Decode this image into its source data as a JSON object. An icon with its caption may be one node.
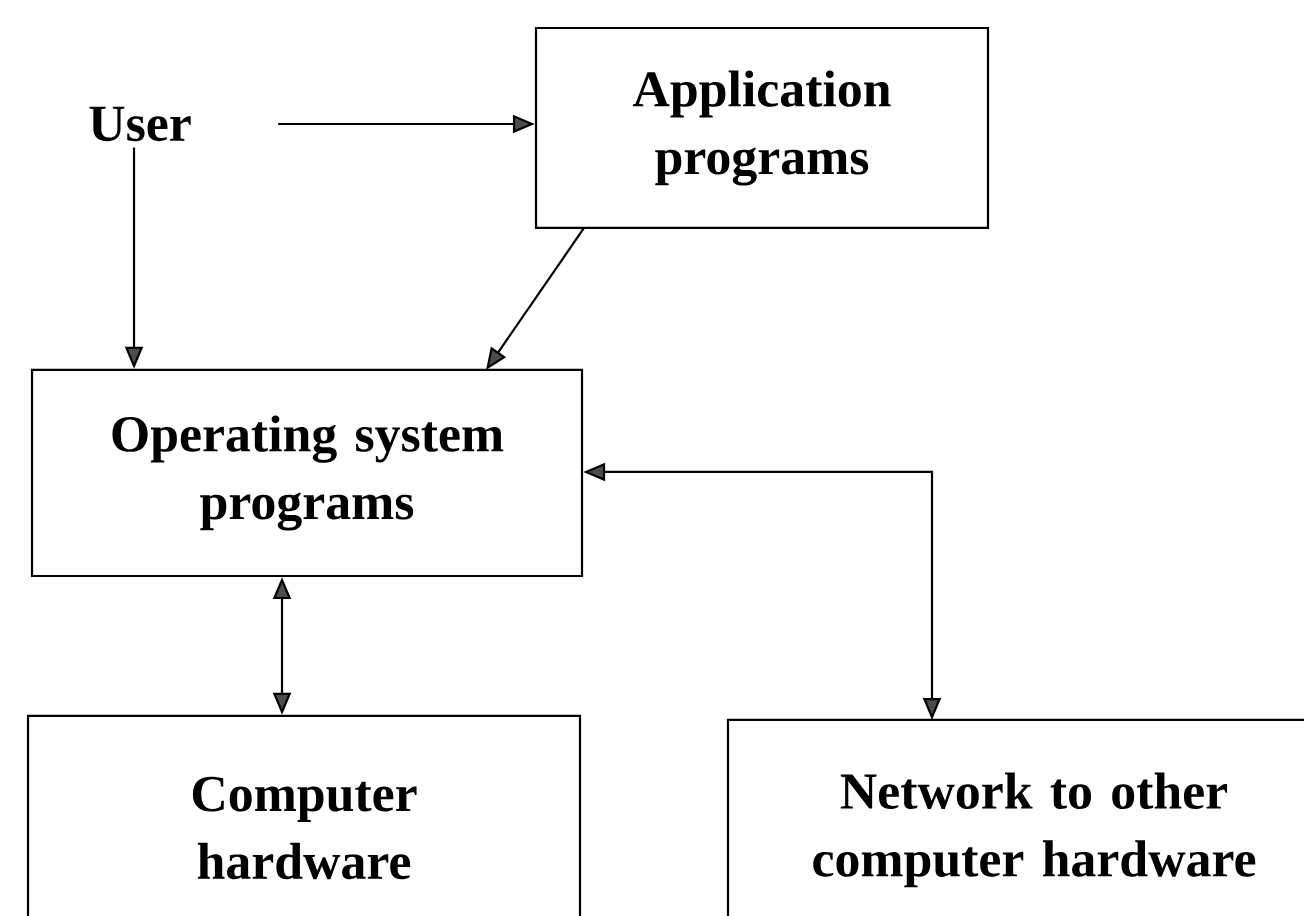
{
  "diagram": {
    "nodes": [
      {
        "text": [
          "User"
        ]
      },
      {
        "text": [
          "Application programs"
        ]
      },
      {
        "text": [
          "Operating system programs"
        ]
      },
      {
        "text": [
          "Computer hardware"
        ]
      },
      {
        "text": [
          "Network to other computer hardware"
        ]
      }
    ],
    "edges": [
      {
        "from": 0,
        "to": 1,
        "arrow": "to"
      },
      {
        "from": 0,
        "to": 2,
        "arrow": "to"
      },
      {
        "from": 1,
        "to": 2,
        "arrow": "to"
      },
      {
        "from": 2,
        "to": 3,
        "arrow": "both"
      },
      {
        "from": 2,
        "to": 4,
        "arrow": "both"
      }
    ]
  }
}
